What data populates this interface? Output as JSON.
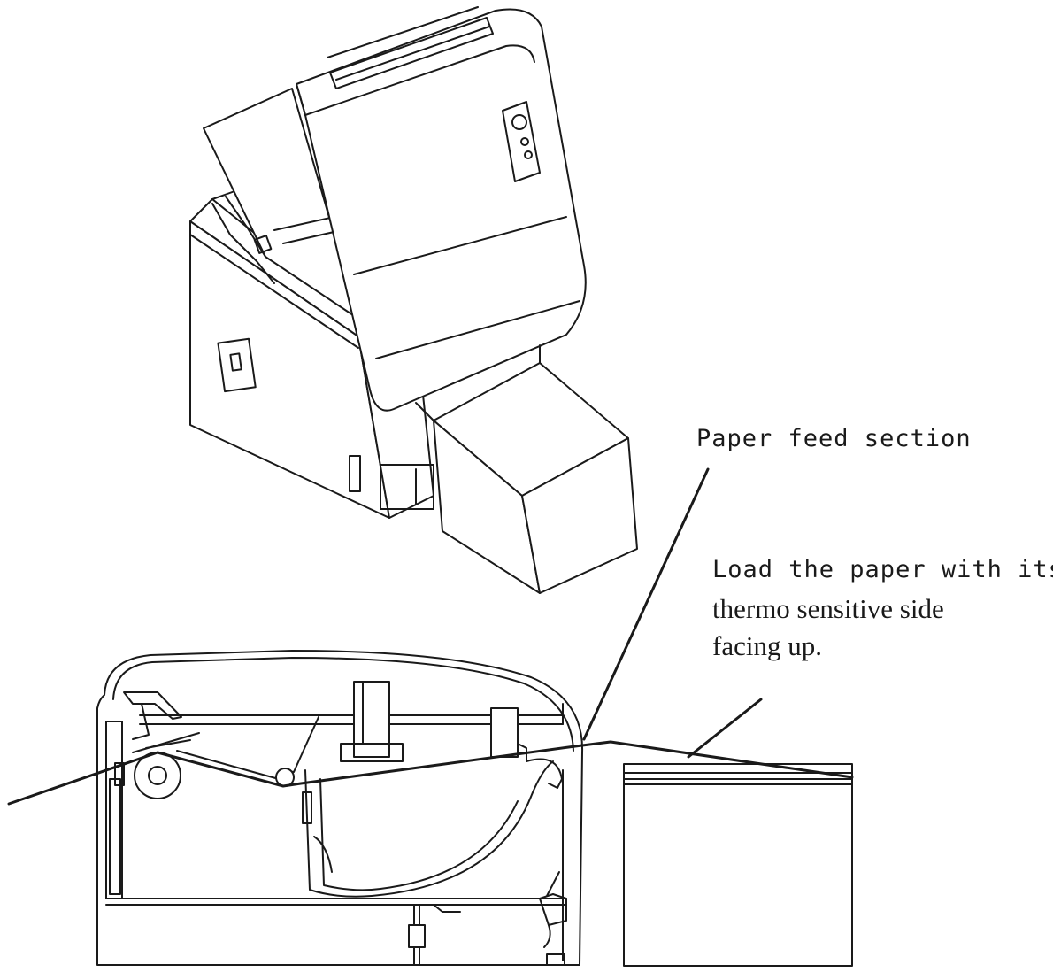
{
  "labels": {
    "paper_feed": "Paper feed section",
    "load_line1": "Load the paper with its",
    "load_line2": "thermo sensitive side",
    "load_line3": "facing up."
  },
  "colors": {
    "line": "#1a1a1a",
    "background": "#ffffff"
  }
}
